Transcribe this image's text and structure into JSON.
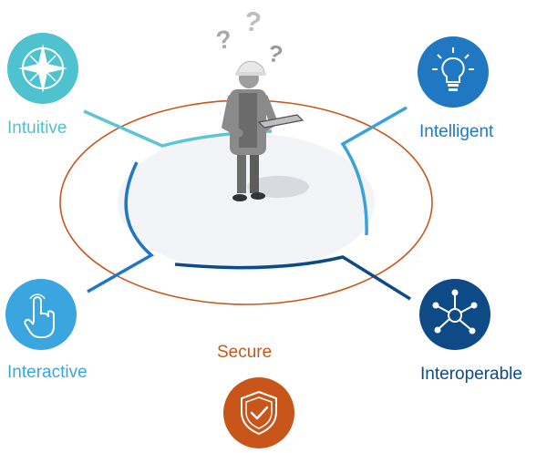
{
  "pillars": [
    {
      "id": "intuitive",
      "label": "Intuitive",
      "icon": "compass-icon",
      "color": "#4ec2cf"
    },
    {
      "id": "intelligent",
      "label": "Intelligent",
      "icon": "lightbulb-icon",
      "color": "#1f78c1"
    },
    {
      "id": "interactive",
      "label": "Interactive",
      "icon": "touch-hand-icon",
      "color": "#3aa5de"
    },
    {
      "id": "interoperable",
      "label": "Interoperable",
      "icon": "network-hub-icon",
      "color": "#0e4a85"
    },
    {
      "id": "secure",
      "label": "Secure",
      "icon": "shield-check-icon",
      "color": "#c8561a"
    }
  ],
  "figure": {
    "icon": "question-marks-icon",
    "glyph": "?"
  }
}
